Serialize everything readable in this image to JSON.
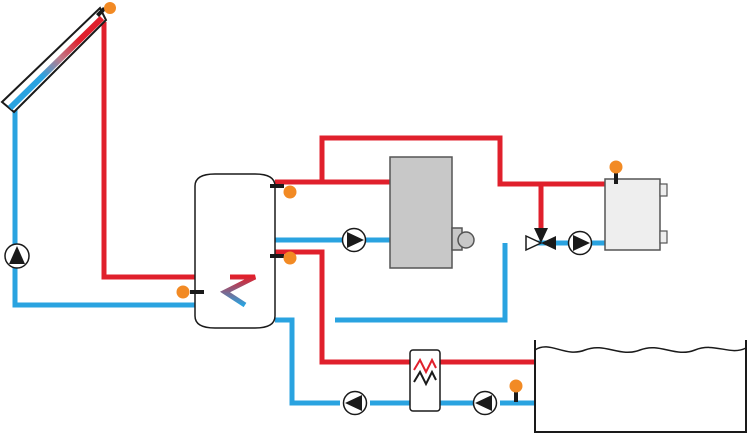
{
  "diagram": {
    "type": "solar thermal heating schematic",
    "colors": {
      "hot_pipe": "#e0202c",
      "cold_pipe": "#2aa3e0",
      "sensor": "#f28a24",
      "pump_fill": "#ffffff",
      "equipment_fill": "#c8c8c8",
      "equipment_stroke": "#555555",
      "outline": "#1a1a1a"
    },
    "components": [
      {
        "id": "solar-collector",
        "kind": "solar-collector"
      },
      {
        "id": "collector-sensor",
        "kind": "temperature-sensor"
      },
      {
        "id": "solar-circuit-pump",
        "kind": "pump"
      },
      {
        "id": "storage-tank",
        "kind": "buffer-storage-tank"
      },
      {
        "id": "tank-coil",
        "kind": "heat-exchanger-coil"
      },
      {
        "id": "tank-sensor-top",
        "kind": "temperature-sensor"
      },
      {
        "id": "tank-sensor-middle",
        "kind": "temperature-sensor"
      },
      {
        "id": "tank-sensor-bottom",
        "kind": "temperature-sensor"
      },
      {
        "id": "boiler",
        "kind": "boiler"
      },
      {
        "id": "boiler-pump",
        "kind": "pump"
      },
      {
        "id": "mixing-valve",
        "kind": "three-way-valve"
      },
      {
        "id": "heating-pump",
        "kind": "pump"
      },
      {
        "id": "radiator",
        "kind": "radiator"
      },
      {
        "id": "radiator-sensor",
        "kind": "temperature-sensor"
      },
      {
        "id": "pool-heat-exchanger",
        "kind": "plate-heat-exchanger"
      },
      {
        "id": "pool-loop-pump-left",
        "kind": "pump"
      },
      {
        "id": "pool-loop-pump-right",
        "kind": "pump"
      },
      {
        "id": "pool-sensor",
        "kind": "temperature-sensor"
      },
      {
        "id": "swimming-pool",
        "kind": "pool"
      }
    ]
  }
}
